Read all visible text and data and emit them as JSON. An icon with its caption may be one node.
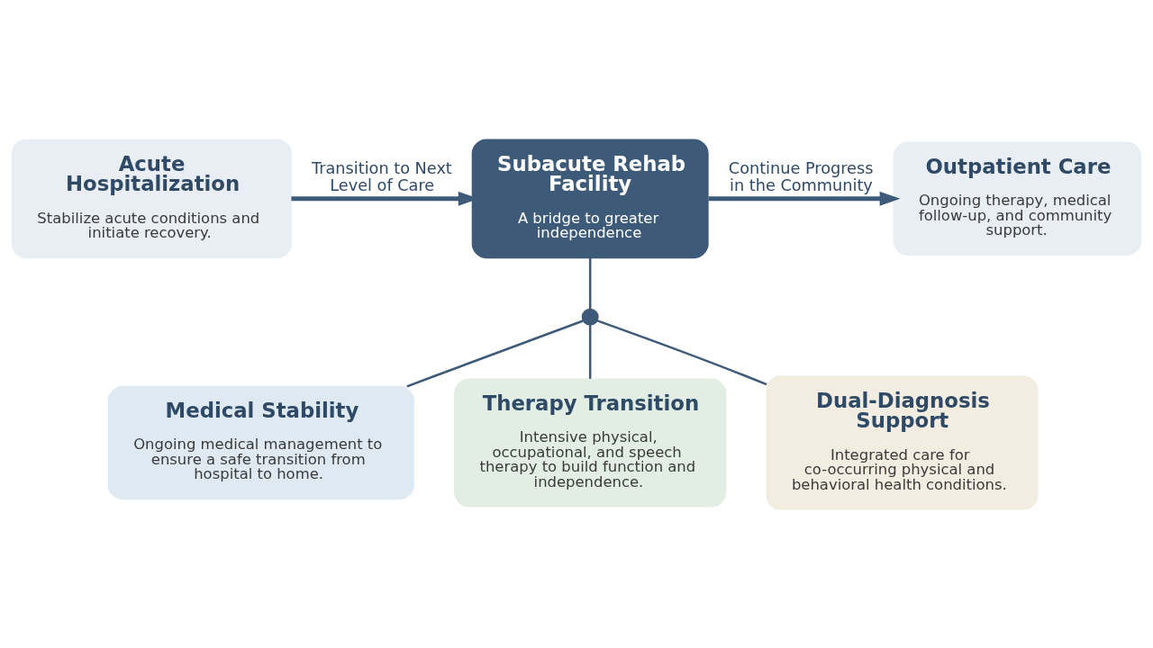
{
  "diagram": {
    "nodes": [
      {
        "text": [
          "Acute Hospitalization",
          "Stabilize acute conditions and initiate recovery."
        ]
      },
      {
        "text": [
          "Subacute Rehab Facility",
          "A bridge to greater independence"
        ]
      },
      {
        "text": [
          "Outpatient Care",
          "Ongoing therapy, medical follow-up, and community support."
        ]
      },
      {
        "text": [],
        "shape": "circle"
      },
      {
        "text": [
          "Medical Stability",
          "Ongoing medical management to ensure a safe transition from hospital to home."
        ]
      },
      {
        "text": [
          "Therapy Transition",
          "Intensive physical, occupational, and speech therapy to build function and independence."
        ]
      },
      {
        "text": [
          "Dual-Diagnosis Support",
          "Integrated care for co-occurring physical and behavioral health conditions."
        ]
      }
    ],
    "edges": [
      {
        "from": 0,
        "to": 1,
        "arrow": "to",
        "label": "Transition to Next Level of Care",
        "style": "thick"
      },
      {
        "from": 1,
        "to": 2,
        "arrow": "to",
        "label": "Continue Progress in the Community",
        "style": "thick"
      },
      {
        "from": 1,
        "to": 3,
        "arrow": "none"
      },
      {
        "from": 3,
        "to": 4,
        "arrow": "none"
      },
      {
        "from": 3,
        "to": 5,
        "arrow": "none"
      },
      {
        "from": 3,
        "to": 6,
        "arrow": "none"
      }
    ]
  }
}
